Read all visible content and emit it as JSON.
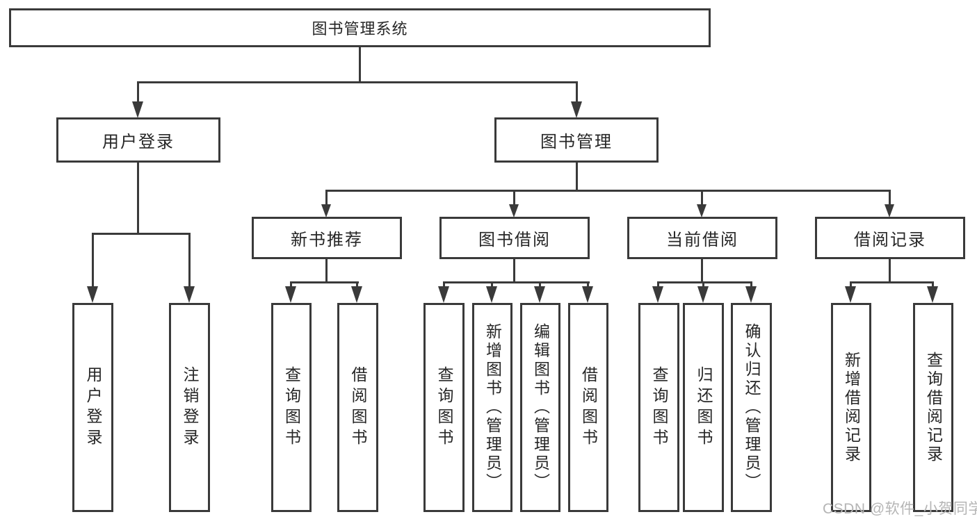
{
  "diagram_title": "图书管理系统",
  "tree": {
    "root": "图书管理系统",
    "branches": [
      {
        "label": "用户登录",
        "children": [
          {
            "label": "用户登录"
          },
          {
            "label": "注销登录"
          }
        ]
      },
      {
        "label": "图书管理",
        "children": [
          {
            "label": "新书推荐",
            "children": [
              {
                "label": "查询图书"
              },
              {
                "label": "借阅图书"
              }
            ]
          },
          {
            "label": "图书借阅",
            "children": [
              {
                "label": "查询图书"
              },
              {
                "label": "新增图书（管理员）"
              },
              {
                "label": "编辑图书（管理员）"
              },
              {
                "label": "借阅图书"
              }
            ]
          },
          {
            "label": "当前借阅",
            "children": [
              {
                "label": "查询图书"
              },
              {
                "label": "归还图书"
              },
              {
                "label": "确认归还（管理员）"
              }
            ]
          },
          {
            "label": "借阅记录",
            "children": [
              {
                "label": "新增借阅记录"
              },
              {
                "label": "查询借阅记录"
              }
            ]
          }
        ]
      }
    ]
  },
  "watermark": "CSDN @软件_小贺同学",
  "colors": {
    "line": "#3a3a3a",
    "text": "#262626",
    "watermark": "#b5b5b5",
    "background": "#ffffff"
  }
}
